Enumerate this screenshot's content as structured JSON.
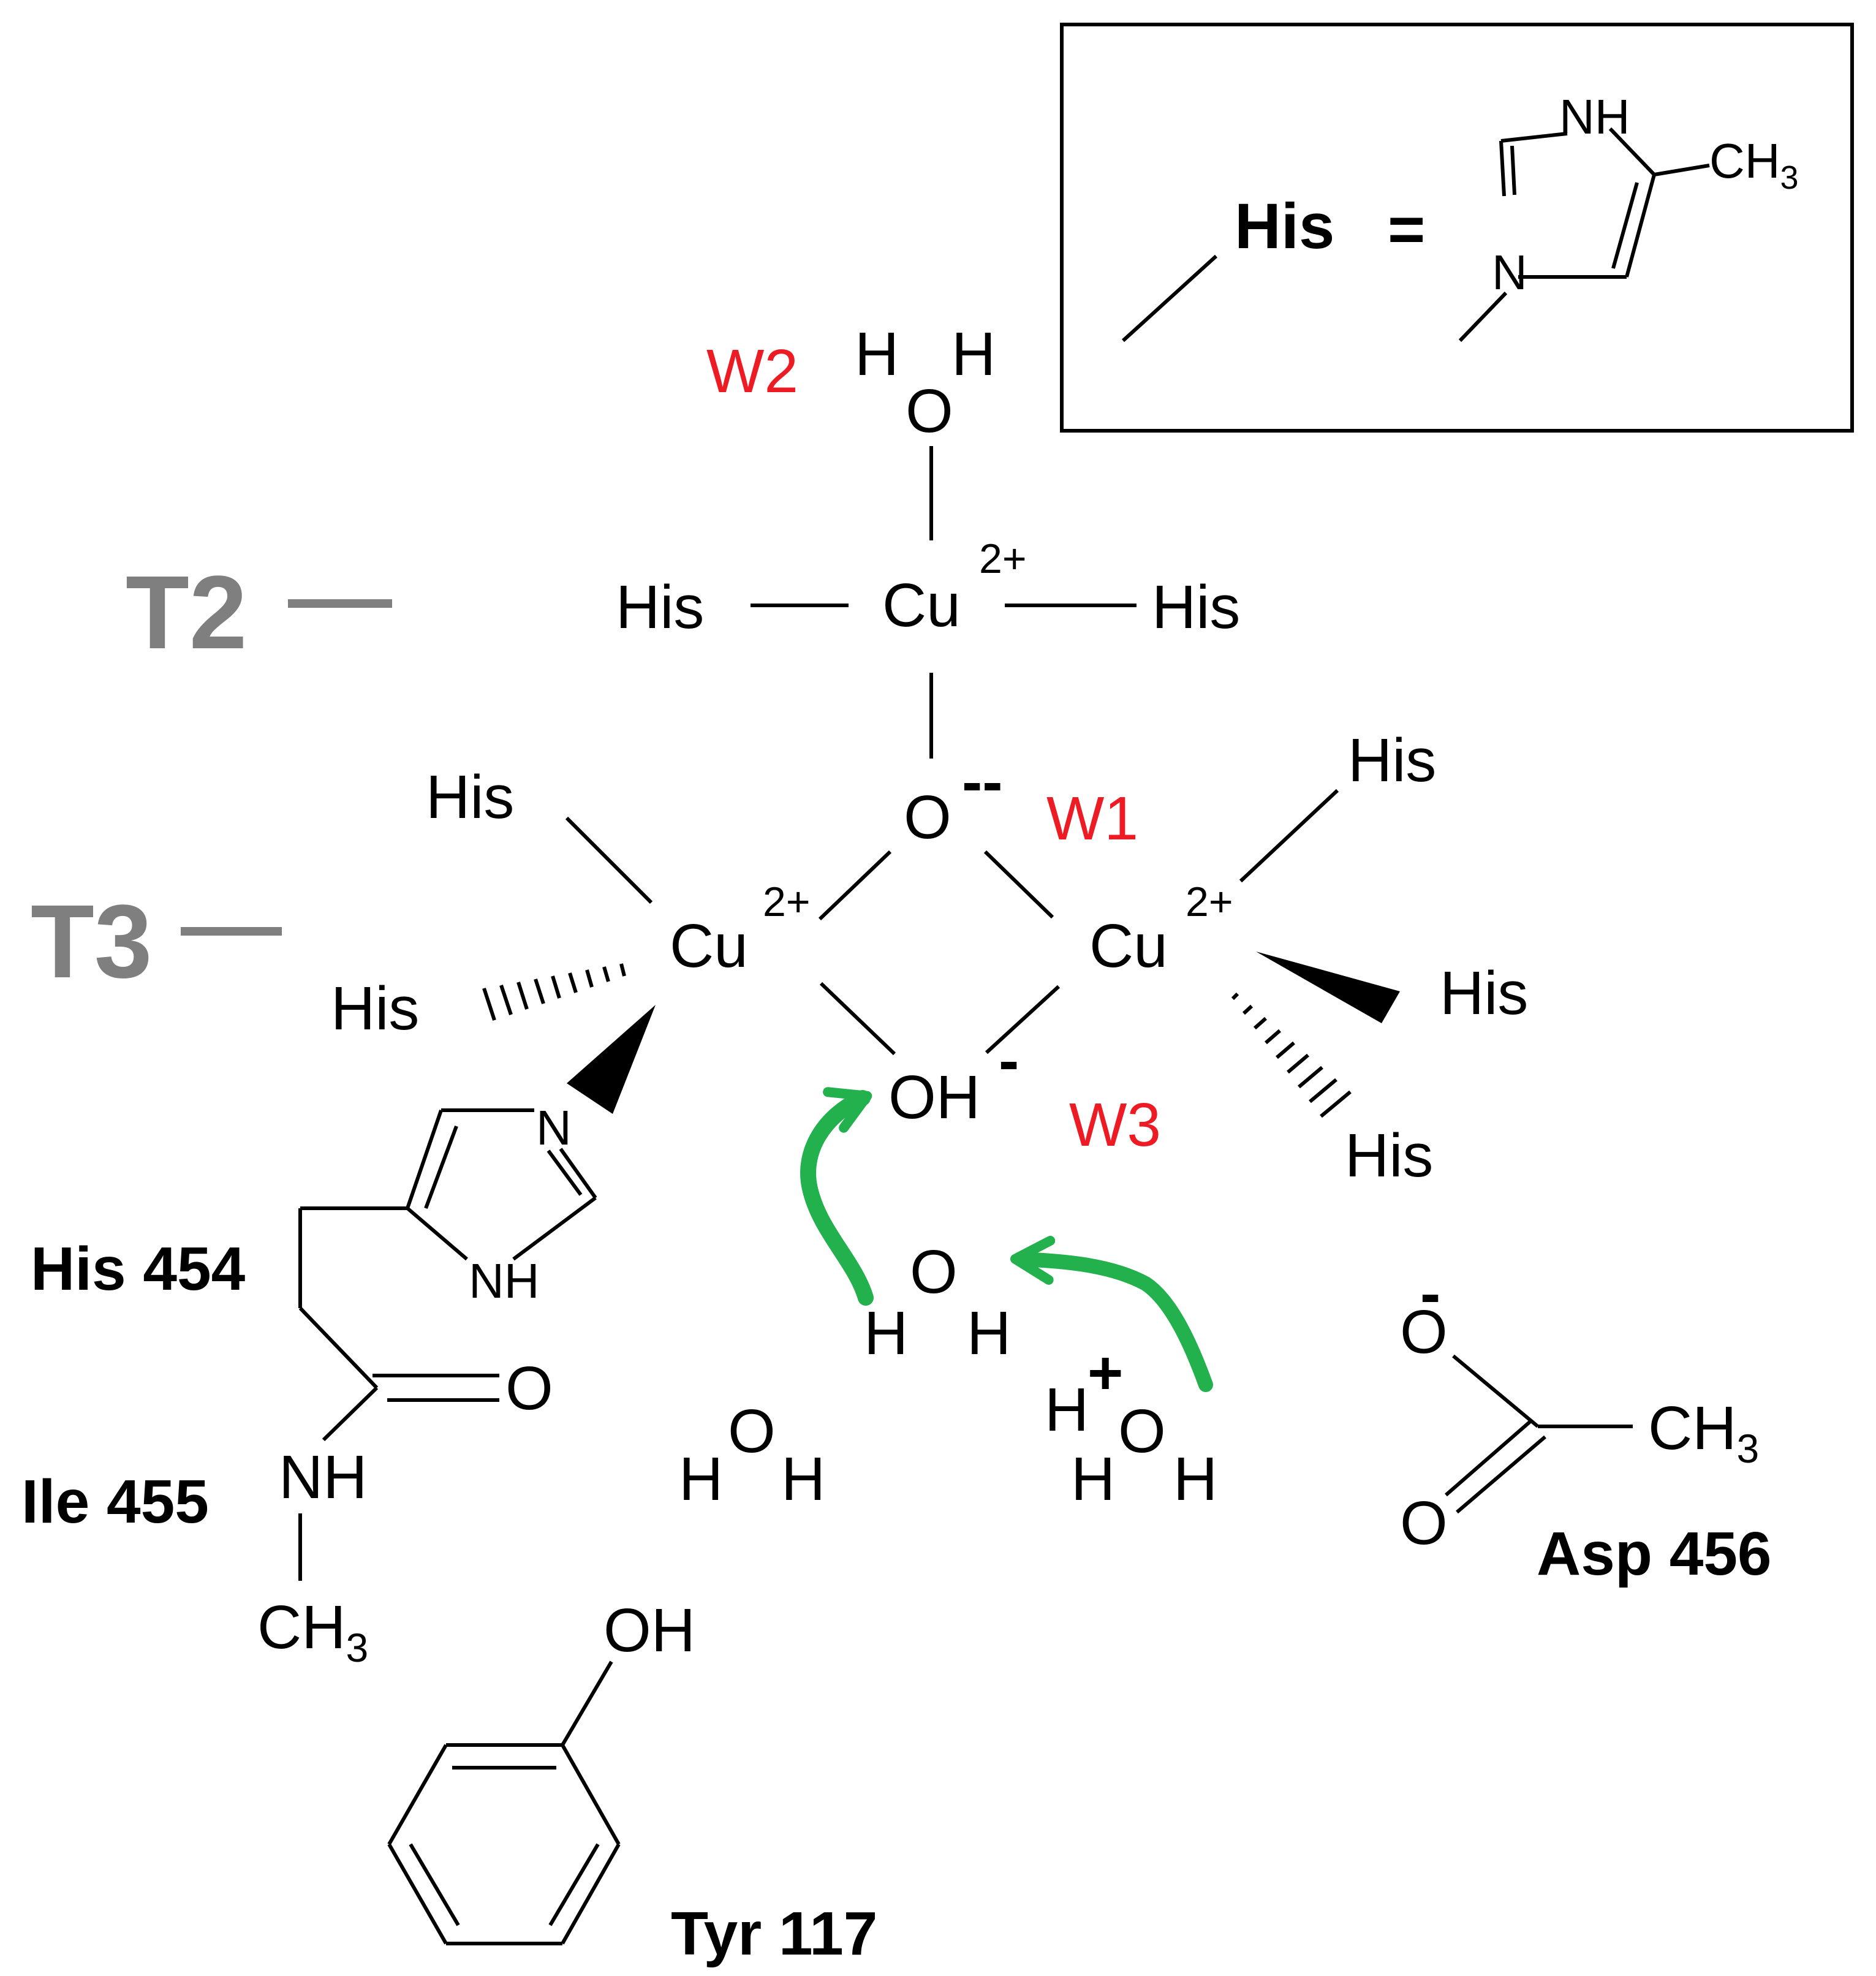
{
  "colors": {
    "ink": "#000000",
    "site_label": "#7f7f7f",
    "water_label": "#ed1c24",
    "arrow": "#22b14c"
  },
  "sites": {
    "t2": "T2",
    "t3": "T3"
  },
  "waters": {
    "w1": "W1",
    "w2": "W2",
    "w3": "W3"
  },
  "atoms": {
    "his": "His",
    "cu": "Cu",
    "charge_2plus": "2+",
    "o": "O",
    "h": "H",
    "oh": "OH",
    "dianion": "--",
    "minus": "-",
    "plus": "+",
    "n": "N",
    "nh": "NH",
    "ch": "CH",
    "sub3": "3"
  },
  "legend": {
    "his": "His",
    "equals": "="
  },
  "residues": {
    "his454": "His 454",
    "ile455": "Ile 455",
    "asp456": "Asp 456",
    "tyr117": "Tyr 117"
  },
  "icons": [
    "curved-arrow-icon"
  ]
}
